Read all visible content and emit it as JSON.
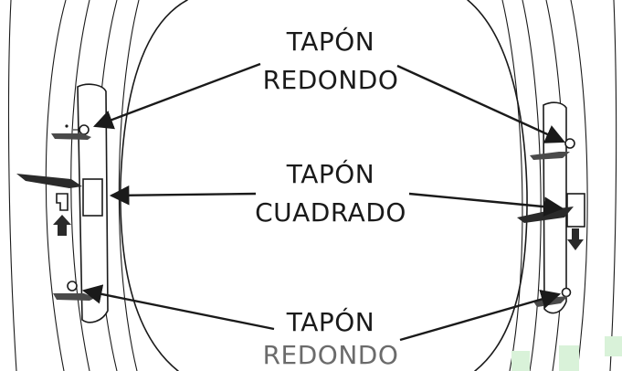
{
  "labels": {
    "top_line1": "TAPÓN",
    "top_line2": "REDONDO",
    "middle_line1": "TAPÓN",
    "middle_line2": "CUADRADO",
    "bottom_line1": "TAPÓN",
    "bottom_line2": "REDONDO"
  },
  "colors": {
    "line": "#1a1a1a",
    "pointer": "#4a4a4a",
    "faded_text": "#6b6b6b",
    "watermark": "#d9f2d9"
  }
}
